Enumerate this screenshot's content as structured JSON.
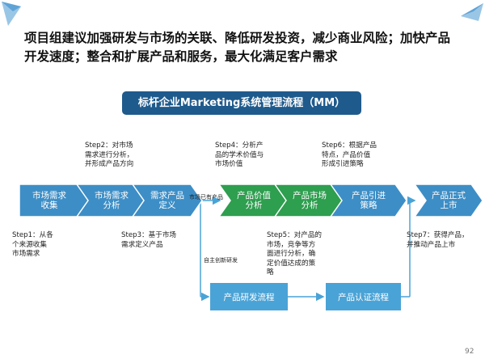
{
  "heading": "项目组建议加强研发与市场的关联、降低研发投资，减少商业风险；加快产品开发速度；整合和扩展产品和服务，最大化满足客户需求",
  "banner": "标杆企业Marketing系统管理流程（MM）",
  "chevrons": [
    {
      "label": "市场需求\n收集",
      "color": "#3d8ec6"
    },
    {
      "label": "市场需求\n分析",
      "color": "#3d8ec6"
    },
    {
      "label": "需求产品\n定义",
      "color": "#3d8ec6"
    },
    {
      "label": "产品价值\n分析",
      "color": "#2e9e4f"
    },
    {
      "label": "产品市场\n分析",
      "color": "#2e9e4f"
    },
    {
      "label": "产品引进\n策略",
      "color": "#3d8ec6"
    },
    {
      "label": "产品正式\n上市",
      "color": "#3d8ec6"
    }
  ],
  "steps": {
    "s1": "Step1：从各\n个来源收集\n市场需求",
    "s2": "Step2：对市场\n需求进行分析，\n并形成产品方向",
    "s3": "Step3：基于市场\n需求定义产品",
    "s4": "Step4：分析产\n品的学术价值与\n市场价值",
    "s5": "Step5：对产品的\n市场，竞争等方\n面进行分析，确\n定价值达成的策\n略",
    "s6": "Step6：根据产品\n特点，产品价值\n形成引进策略",
    "s7": "Step7：获得产品，\n并推动产品上市"
  },
  "notes": {
    "market_has_product": "市场已有产品",
    "self_rd": "自主创新研发"
  },
  "boxes": {
    "rd": "产品研发流程",
    "cert": "产品认证流程"
  },
  "page_number": "92"
}
